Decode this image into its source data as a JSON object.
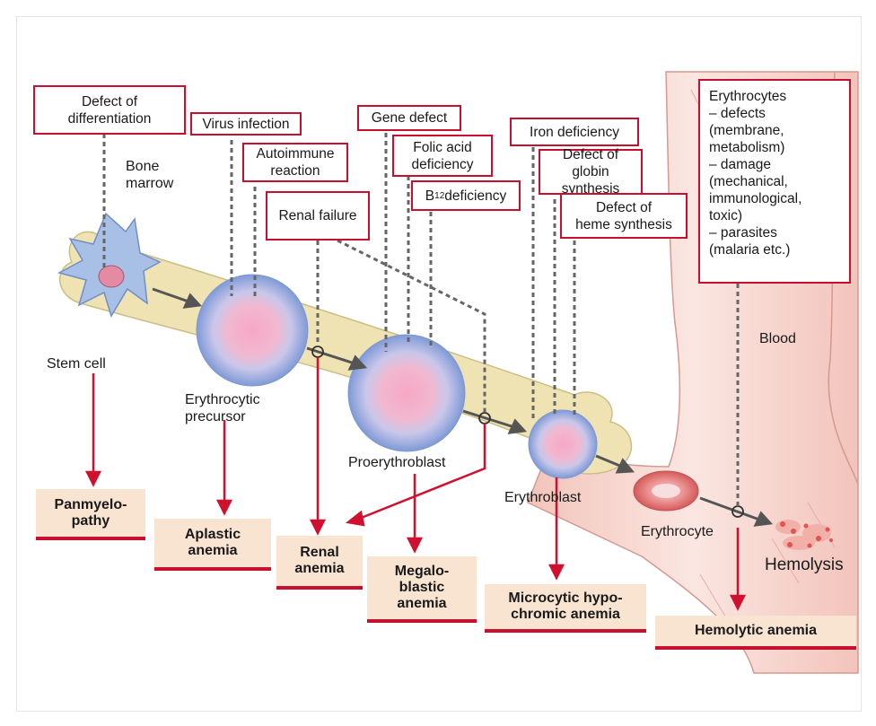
{
  "colors": {
    "accent": "#c8102e",
    "disease_bg": "#f9e4d2",
    "bone": "#efe3b4",
    "cell_blue": "#a9c0e6",
    "cell_pink": "#f08ab0",
    "vessel": "#f6d6cf"
  },
  "causes": {
    "differentiation": "Defect of\ndifferentiation",
    "virus": "Virus infection",
    "autoimmune": "Autoimmune\nreaction",
    "renal_failure": "Renal failure",
    "gene_defect": "Gene defect",
    "folic_acid": "Folic acid\ndeficiency",
    "b12_pre": "B",
    "b12_sub": "12",
    "b12_post": " deficiency",
    "iron": "Iron deficiency",
    "globin": "Defect of\nglobin synthesis",
    "heme": "Defect of\nheme synthesis",
    "erythrocytes": "Erythrocytes\n– defects\n   (membrane,\n   metabolism)\n– damage\n   (mechanical,\n   immunological,\n   toxic)\n– parasites\n   (malaria etc.)"
  },
  "labels": {
    "bone_marrow": "Bone\nmarrow",
    "stem_cell": "Stem cell",
    "precursor": "Erythrocytic\nprecursor",
    "proerythroblast": "Proerythroblast",
    "erythroblast": "Erythroblast",
    "erythrocyte": "Erythrocyte",
    "blood": "Blood",
    "hemolysis": "Hemolysis"
  },
  "diseases": {
    "panmyelopathy": "Panmyelo-\npathy",
    "aplastic": "Aplastic\nanemia",
    "renal": "Renal\nanemia",
    "megaloblastic": "Megalo-\nblastic\nanemia",
    "microcytic": "Microcytic hypo-\nchromic anemia",
    "hemolytic": "Hemolytic anemia"
  }
}
